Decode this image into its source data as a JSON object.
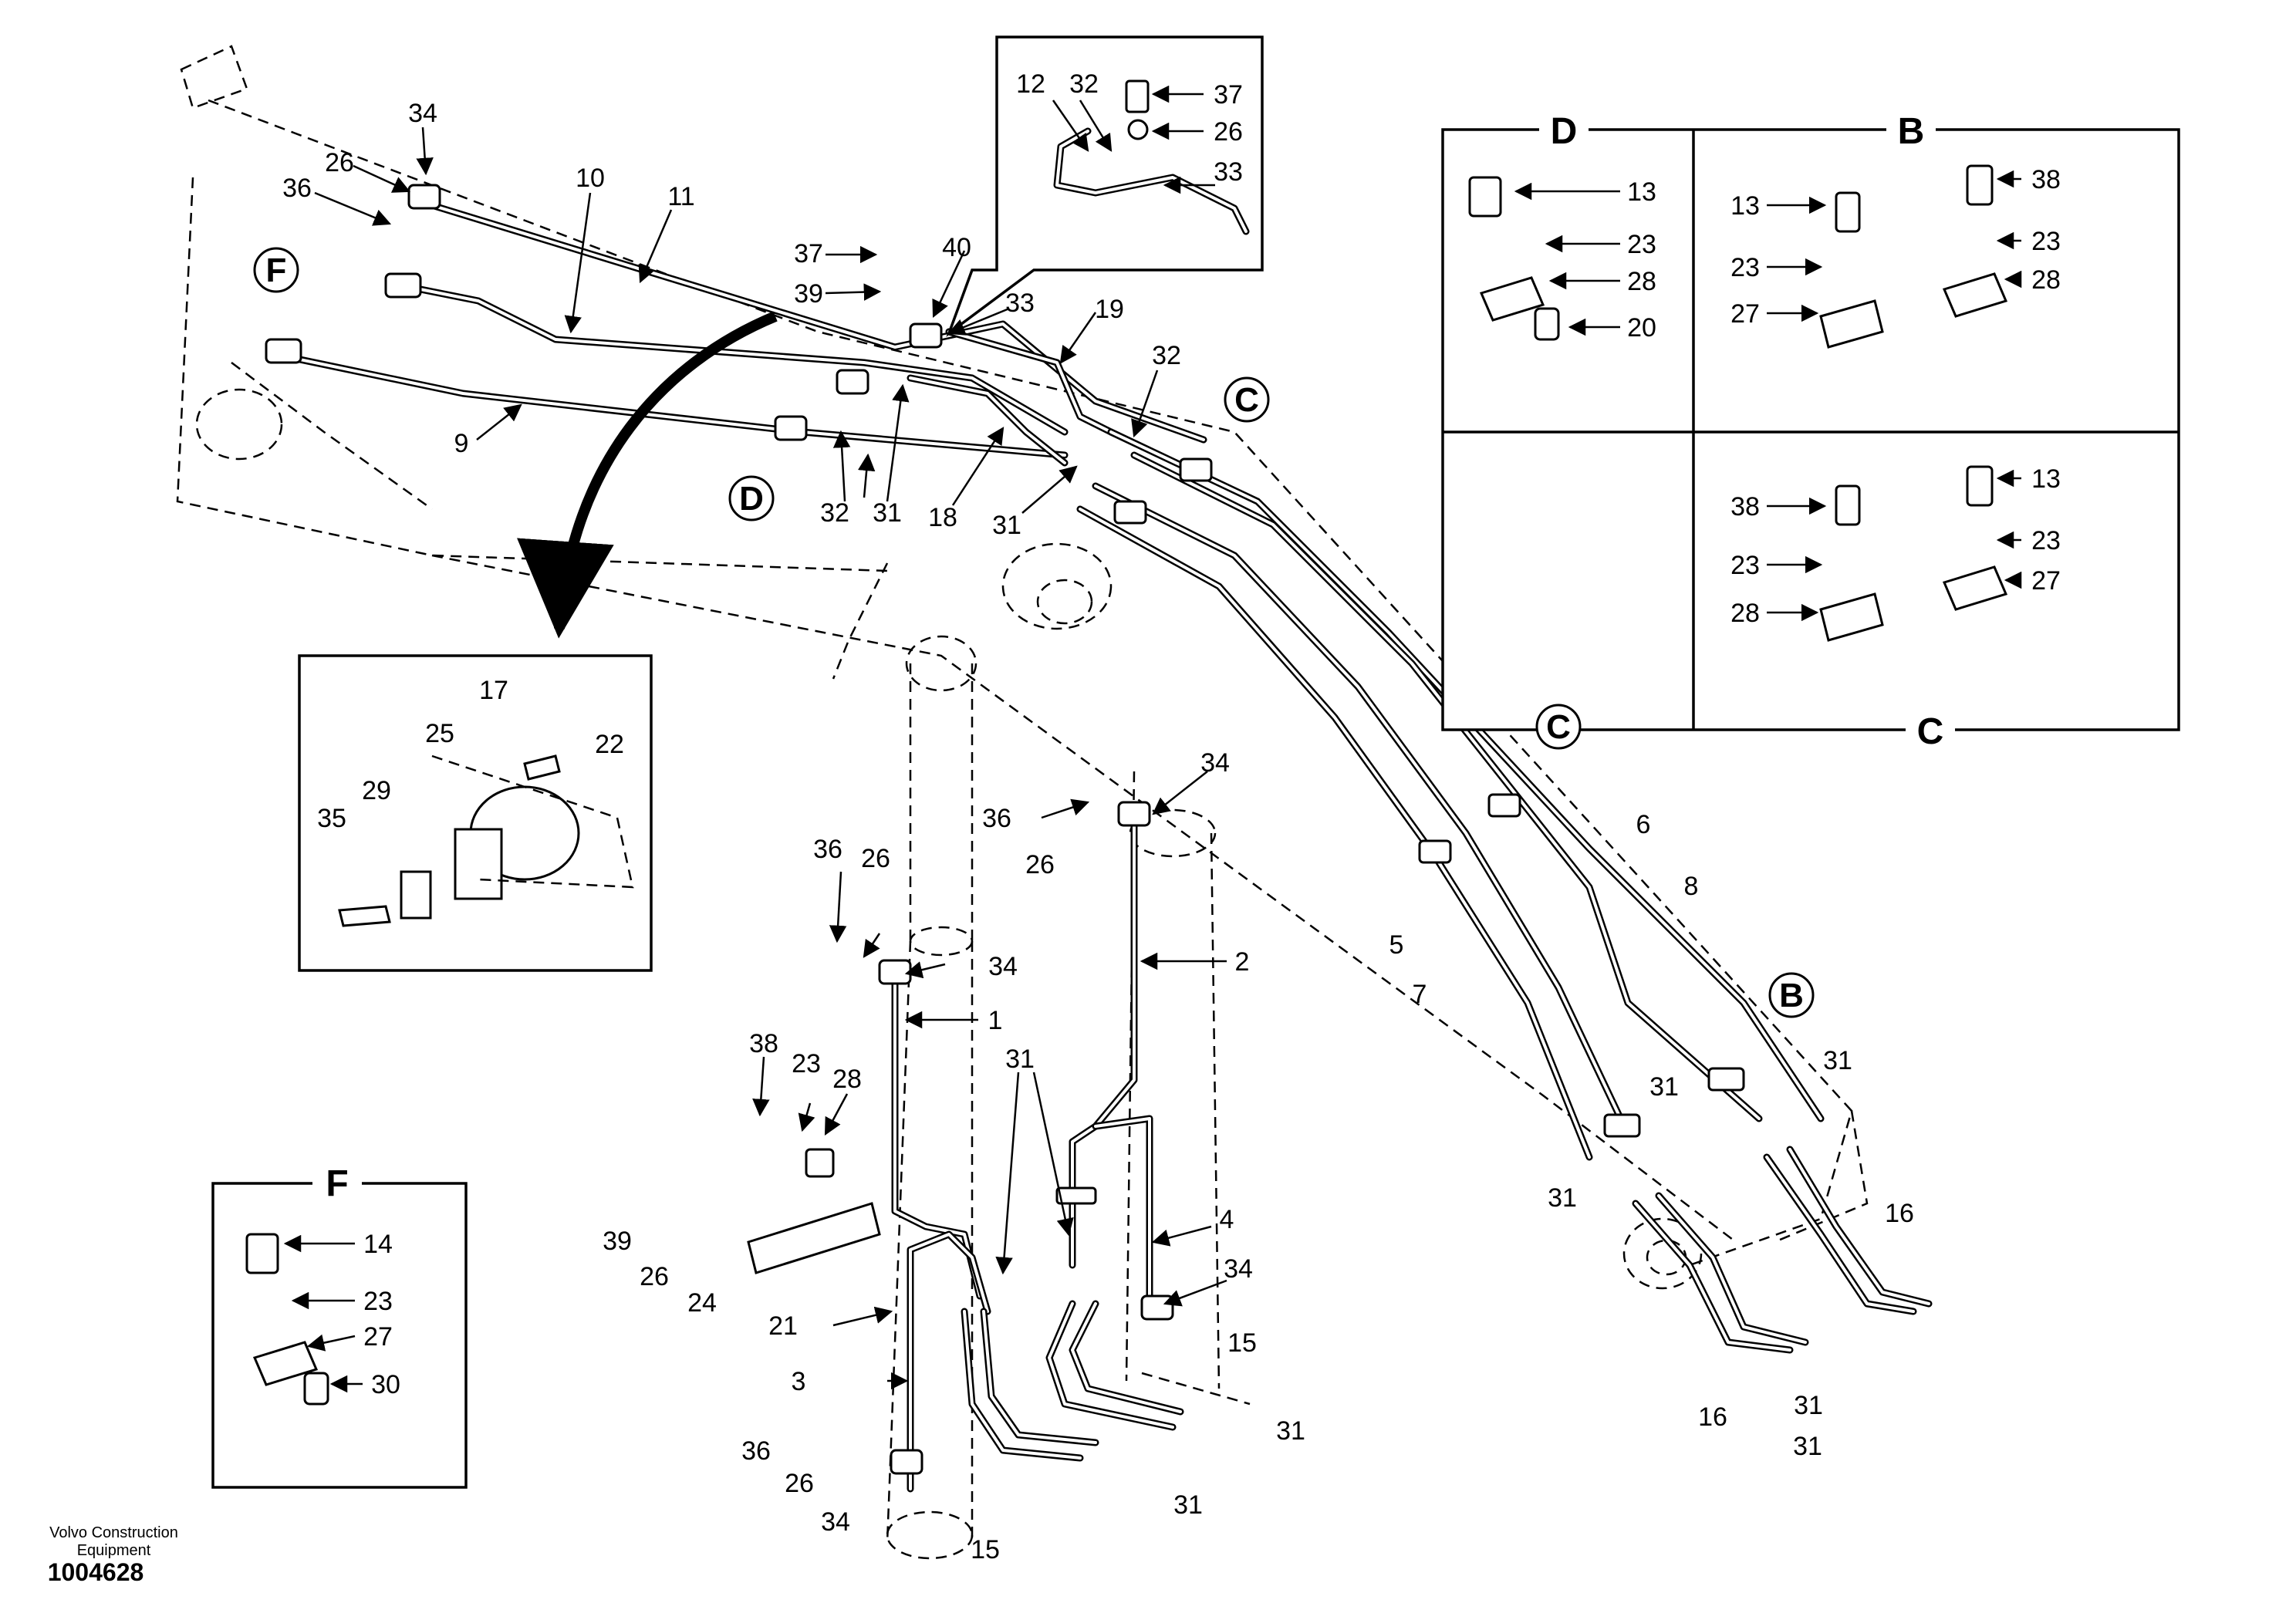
{
  "figure": {
    "manufacturer": "Volvo Construction Equipment",
    "manufacturer_line1": "Volvo Construction",
    "manufacturer_line2": "Equipment",
    "drawing_number": "1004628"
  },
  "views": {
    "D": {
      "label": "D"
    },
    "B": {
      "label": "B"
    },
    "C": {
      "label": "C"
    },
    "F": {
      "label": "F"
    }
  },
  "markers": {
    "F": "F",
    "D": "D",
    "C": "C",
    "B": "B"
  },
  "callouts": {
    "n1": "1",
    "n2": "2",
    "n3": "3",
    "n4": "4",
    "n5": "5",
    "n6": "6",
    "n7": "7",
    "n8": "8",
    "n9": "9",
    "n10": "10",
    "n11": "11",
    "n12": "12",
    "n13": "13",
    "n14": "14",
    "n15": "15",
    "n16": "16",
    "n17": "17",
    "n18": "18",
    "n19": "19",
    "n20": "20",
    "n21": "21",
    "n22": "22",
    "n23": "23",
    "n24": "24",
    "n25": "25",
    "n26": "26",
    "n27": "27",
    "n28": "28",
    "n29": "29",
    "n30": "30",
    "n31": "31",
    "n32": "32",
    "n33": "33",
    "n34": "34",
    "n35": "35",
    "n36": "36",
    "n37": "37",
    "n38": "38",
    "n39": "39",
    "n40": "40"
  }
}
